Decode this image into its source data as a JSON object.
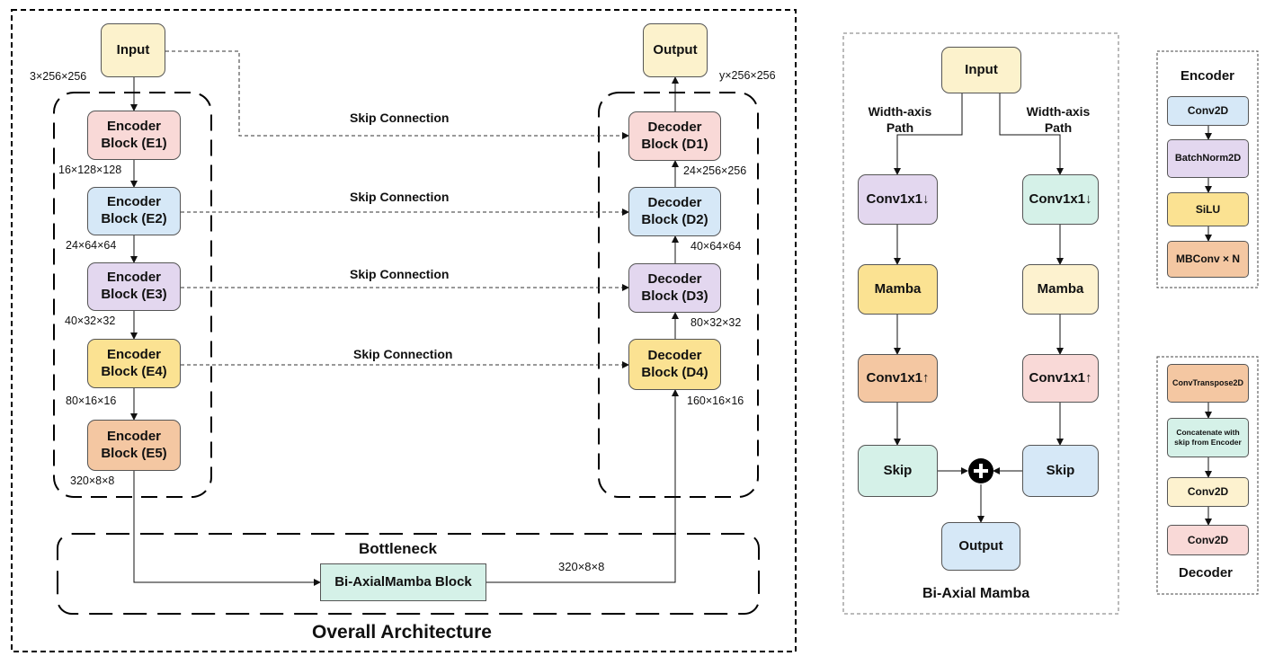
{
  "overall": {
    "title": "Overall Architecture",
    "input": "Input",
    "output": "Output",
    "input_dim": "3×256×256",
    "output_dim": "y×256×256",
    "encoders": [
      {
        "name": "Encoder Block (E1)",
        "color": "#f9d9d7",
        "dim_after": "16×128×128"
      },
      {
        "name": "Encoder Block (E2)",
        "color": "#d6e8f7",
        "dim_after": "24×64×64"
      },
      {
        "name": "Encoder Block (E3)",
        "color": "#e3d7ef",
        "dim_after": "40×32×32"
      },
      {
        "name": "Encoder Block (E4)",
        "color": "#fbe292",
        "dim_after": "80×16×16"
      },
      {
        "name": "Encoder Block (E5)",
        "color": "#f4c7a2",
        "dim_after": "320×8×8"
      }
    ],
    "decoders": [
      {
        "name": "Decoder Block (D1)",
        "color": "#f9d9d7",
        "dim_before": "24×256×256"
      },
      {
        "name": "Decoder Block (D2)",
        "color": "#d6e8f7",
        "dim_before": "40×64×64"
      },
      {
        "name": "Decoder Block (D3)",
        "color": "#e3d7ef",
        "dim_before": "80×32×32"
      },
      {
        "name": "Decoder Block (D4)",
        "color": "#fbe292",
        "dim_before": "160×16×16"
      }
    ],
    "skip_label": "Skip Connection",
    "bottleneck": {
      "label": "Bottleneck",
      "block": "Bi-AxialMamba Block",
      "block_color": "#d5f1e8",
      "out_dim": "320×8×8"
    }
  },
  "biaxial": {
    "title": "Bi-Axial Mamba",
    "input": "Input",
    "output": "Output",
    "left_path": "Width-axis Path",
    "right_path": "Width-axis Path",
    "left": [
      "Conv1x1↓",
      "Mamba",
      "Conv1x1↑",
      "Skip"
    ],
    "right": [
      "Conv1x1↓",
      "Mamba",
      "Conv1x1↑",
      "Skip"
    ],
    "left_colors": [
      "#e3d7ef",
      "#fbe292",
      "#f4c7a2",
      "#d5f1e8"
    ],
    "right_colors": [
      "#d5f1e8",
      "#fdf2cf",
      "#f9d9d7",
      "#d6e8f7"
    ]
  },
  "encoder_legend": {
    "title": "Encoder",
    "steps": [
      "Conv2D",
      "BatchNorm2D",
      "SiLU",
      "MBConv × N"
    ],
    "colors": [
      "#d6e8f7",
      "#e3d7ef",
      "#fbe292",
      "#f4c7a2"
    ]
  },
  "decoder_legend": {
    "title": "Decoder",
    "steps": [
      "ConvTranspose2D",
      "Concatenate with skip from Encoder",
      "Conv2D",
      "Conv2D"
    ],
    "colors": [
      "#f4c7a2",
      "#d5f1e8",
      "#fdf2cf",
      "#f9d9d7"
    ]
  }
}
